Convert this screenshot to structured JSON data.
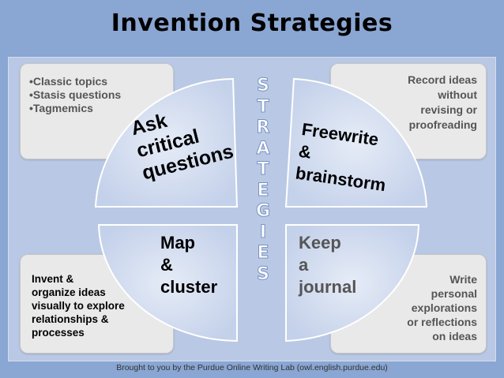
{
  "title": "Invention Strategies",
  "strategies_letters": [
    "S",
    "T",
    "R",
    "A",
    "T",
    "E",
    "G",
    "I",
    "E",
    "S"
  ],
  "quadrants": {
    "top_left": {
      "label_lines": [
        "Ask",
        "critical",
        "questions"
      ],
      "detail_lines": [
        "•Classic topics",
        "•Stasis questions",
        "•Tagmemics"
      ]
    },
    "top_right": {
      "label_lines": [
        "Freewrite",
        "&",
        "brainstorm"
      ],
      "detail_lines": [
        "Record ideas",
        "without",
        "revising or",
        "proofreading"
      ]
    },
    "bottom_left": {
      "label_lines": [
        "Map",
        "&",
        "cluster"
      ],
      "detail_lines": [
        "Invent &",
        "organize ideas",
        "visually to explore",
        "relationships &",
        "processes"
      ]
    },
    "bottom_right": {
      "label_lines": [
        "Keep",
        "a",
        "journal"
      ],
      "detail_lines": [
        "Write",
        "personal",
        "explorations",
        "or reflections",
        "on ideas"
      ]
    }
  },
  "footer": "Brought to you by the Purdue Online Writing Lab (owl.english.purdue.edu)",
  "colors": {
    "background": "#8aa6d3",
    "panel": "#b9c8e4",
    "quarter_fill": "#d3dcee",
    "box_fill": "#e9e9e9"
  }
}
